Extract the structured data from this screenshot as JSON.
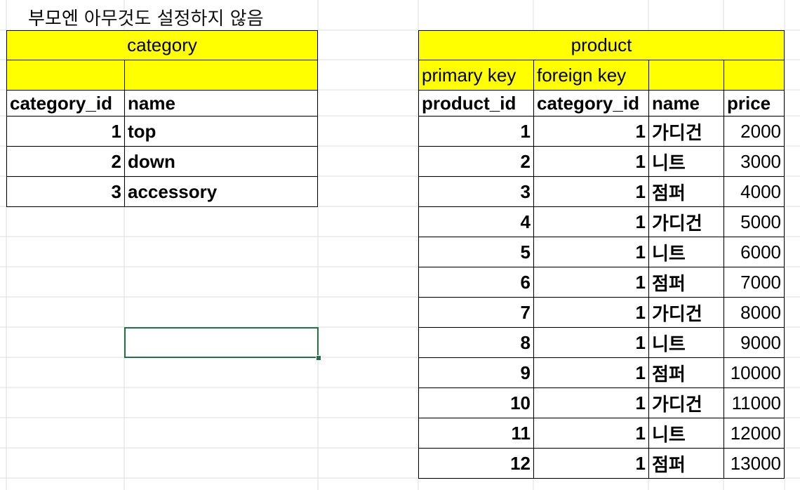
{
  "note_title": "부모엔",
  "note_rest": "아무것도 설정하지 않음",
  "category_table": {
    "title": "category",
    "columns": [
      "category_id",
      "name"
    ],
    "rows": [
      {
        "category_id": "1",
        "name": "top"
      },
      {
        "category_id": "2",
        "name": "down"
      },
      {
        "category_id": "3",
        "name": "accessory"
      }
    ]
  },
  "product_table": {
    "title": "product",
    "key_labels": [
      "primary key",
      "foreign key",
      "",
      ""
    ],
    "columns": [
      "product_id",
      "category_id",
      "name",
      "price"
    ],
    "rows": [
      {
        "product_id": "1",
        "category_id": "1",
        "name": "가디건",
        "price": "2000"
      },
      {
        "product_id": "2",
        "category_id": "1",
        "name": "니트",
        "price": "3000"
      },
      {
        "product_id": "3",
        "category_id": "1",
        "name": "점퍼",
        "price": "4000"
      },
      {
        "product_id": "4",
        "category_id": "1",
        "name": "가디건",
        "price": "5000"
      },
      {
        "product_id": "5",
        "category_id": "1",
        "name": "니트",
        "price": "6000"
      },
      {
        "product_id": "6",
        "category_id": "1",
        "name": "점퍼",
        "price": "7000"
      },
      {
        "product_id": "7",
        "category_id": "1",
        "name": "가디건",
        "price": "8000"
      },
      {
        "product_id": "8",
        "category_id": "1",
        "name": "니트",
        "price": "9000"
      },
      {
        "product_id": "9",
        "category_id": "1",
        "name": "점퍼",
        "price": "10000"
      },
      {
        "product_id": "10",
        "category_id": "1",
        "name": "가디건",
        "price": "11000"
      },
      {
        "product_id": "11",
        "category_id": "1",
        "name": "니트",
        "price": "12000"
      },
      {
        "product_id": "12",
        "category_id": "1",
        "name": "점퍼",
        "price": "13000"
      }
    ]
  },
  "colors": {
    "header_fill": "#ffff00",
    "gridline": "#dadce0",
    "selection": "#217346"
  }
}
